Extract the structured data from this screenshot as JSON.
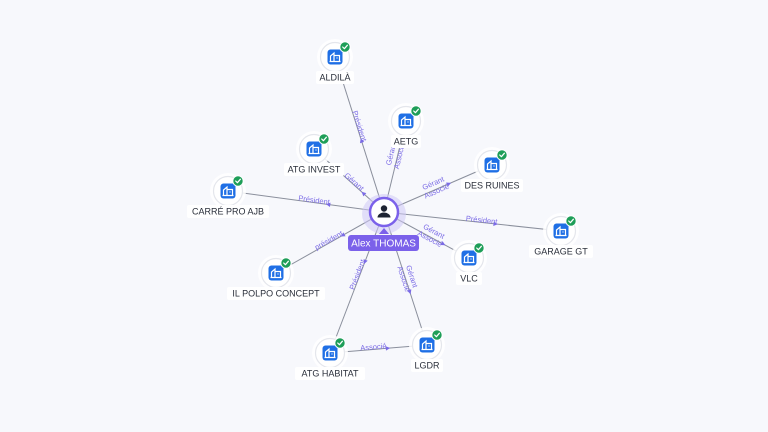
{
  "center": {
    "label": "Alex THOMAS",
    "icon": "person-icon",
    "accent": "#7b61ea"
  },
  "colors": {
    "company_icon": "#1f6fe5",
    "verified_badge": "#1e9e58",
    "relation_label": "#7b6be6"
  },
  "nodes": [
    {
      "id": "aldila",
      "label": "ALDILÀ",
      "icon": "company-building-icon",
      "verified": true
    },
    {
      "id": "aetg",
      "label": "AETG",
      "icon": "company-building-icon",
      "verified": true
    },
    {
      "id": "atg-invest",
      "label": "ATG INVEST",
      "icon": "company-building-icon",
      "verified": true
    },
    {
      "id": "des-ruines",
      "label": "DES RUINES",
      "icon": "company-building-icon",
      "verified": true
    },
    {
      "id": "carre-pro-ajb",
      "label": "CARRÉ PRO AJB",
      "icon": "company-building-icon",
      "verified": true
    },
    {
      "id": "garage-gt",
      "label": "GARAGE GT",
      "icon": "company-building-icon",
      "verified": true
    },
    {
      "id": "vlc",
      "label": "VLC",
      "icon": "company-building-icon",
      "verified": true
    },
    {
      "id": "il-polpo-concept",
      "label": "IL POLPO CONCEPT",
      "icon": "company-building-icon",
      "verified": true
    },
    {
      "id": "atg-habitat",
      "label": "ATG HABITAT",
      "icon": "company-building-icon",
      "verified": true
    },
    {
      "id": "lgdr",
      "label": "LGDR",
      "icon": "company-building-icon",
      "verified": true
    }
  ],
  "edges": [
    {
      "from": "center",
      "to": "aldila",
      "labels": [
        "Président"
      ]
    },
    {
      "from": "center",
      "to": "aetg",
      "labels": [
        "Gérant",
        "Associé"
      ]
    },
    {
      "from": "center",
      "to": "atg-invest",
      "labels": [
        "Gérant"
      ]
    },
    {
      "from": "center",
      "to": "des-ruines",
      "labels": [
        "Gérant",
        "Associé"
      ]
    },
    {
      "from": "center",
      "to": "carre-pro-ajb",
      "labels": [
        "Président"
      ]
    },
    {
      "from": "center",
      "to": "garage-gt",
      "labels": [
        "Président"
      ]
    },
    {
      "from": "center",
      "to": "vlc",
      "labels": [
        "Gérant",
        "Associé"
      ]
    },
    {
      "from": "center",
      "to": "il-polpo-concept",
      "labels": [
        "président"
      ]
    },
    {
      "from": "center",
      "to": "atg-habitat",
      "labels": [
        "Président"
      ]
    },
    {
      "from": "center",
      "to": "lgdr",
      "labels": [
        "Gérant",
        "Associé"
      ]
    },
    {
      "from": "atg-habitat",
      "to": "lgdr",
      "labels": [
        "Associé"
      ]
    }
  ]
}
